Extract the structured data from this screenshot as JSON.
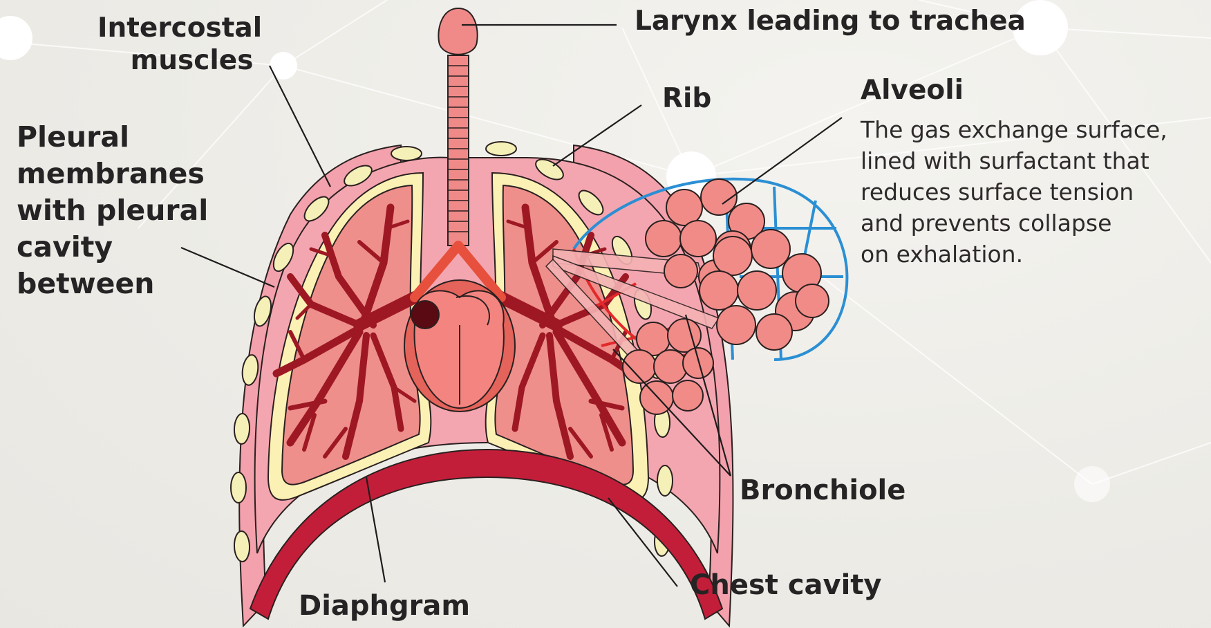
{
  "labels": {
    "intercostal_line1": "Intercostal",
    "intercostal_line2": "muscles",
    "larynx": "Larynx leading to trachea",
    "rib": "Rib",
    "alveoli_title": "Alveoli",
    "alveoli_desc": [
      "The gas exchange surface,",
      "lined with surfactant that",
      "reduces surface tension",
      "and prevents collapse",
      "on exhalation."
    ],
    "pleural": [
      "Pleural",
      "membranes",
      "with pleural",
      "cavity",
      "between"
    ],
    "bronchiole": "Bronchiole",
    "chest_cavity": "Chest cavity",
    "diaphragm": "Diaphgram"
  },
  "colors": {
    "background": "#ecebe6",
    "cavity_pink": "#f3a1ac",
    "lung_fill": "#ee8f8b",
    "bronchi": "#9e1824",
    "pleura_yellow": "#fbf1b5",
    "rib_yellow": "#f5f0b8",
    "diaphragm": "#c31e39",
    "trachea": "#f08a89",
    "capillary_blue": "#2b8fd4",
    "capillary_red": "#e3282b",
    "alveoli": "#f08b87",
    "text": "#262324"
  }
}
